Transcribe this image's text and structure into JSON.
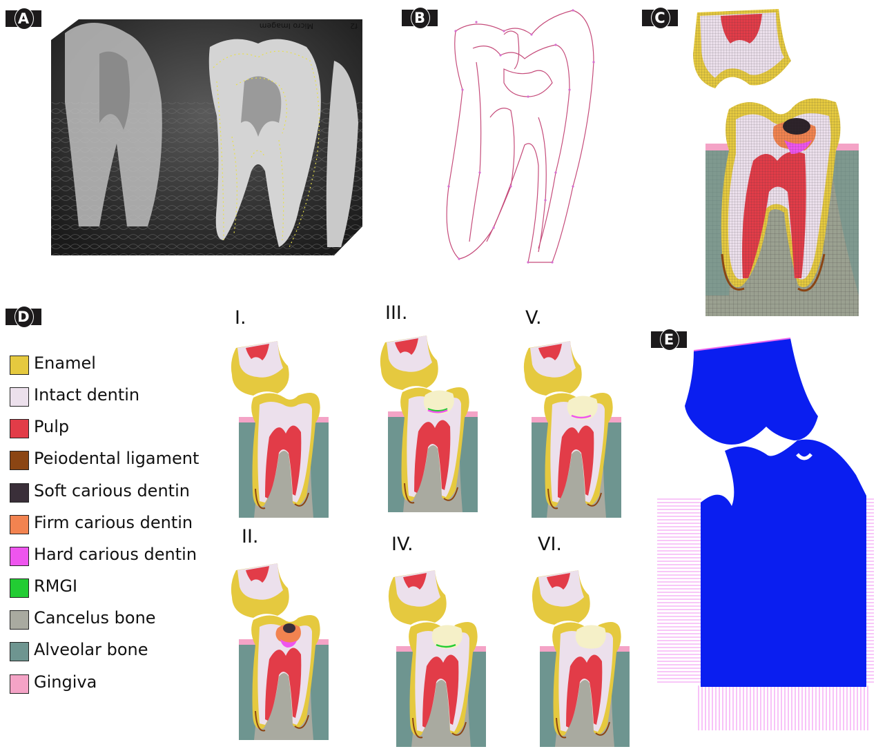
{
  "panels": {
    "a": {
      "tag": "A",
      "xray_text_1": "Micro Imagem",
      "xray_text_2": "f2"
    },
    "b": {
      "tag": "B"
    },
    "c": {
      "tag": "C"
    },
    "d": {
      "tag": "D"
    },
    "e": {
      "tag": "E"
    }
  },
  "legend": [
    {
      "label": "Enamel",
      "color": "#e5c93f"
    },
    {
      "label": "Intact dentin",
      "color": "#ece0ec"
    },
    {
      "label": "Pulp",
      "color": "#e23c48"
    },
    {
      "label": "Peiodental ligament",
      "color": "#8b4513"
    },
    {
      "label": "Soft carious dentin",
      "color": "#3a2f39"
    },
    {
      "label": "Firm carious dentin",
      "color": "#f28350"
    },
    {
      "label": "Hard carious dentin",
      "color": "#ee55ee"
    },
    {
      "label": "RMGI",
      "color": "#22cc33"
    },
    {
      "label": "Cancelus bone",
      "color": "#a9aaa0"
    },
    {
      "label": "Alveolar bone",
      "color": "#6e9590"
    },
    {
      "label": "Gingiva",
      "color": "#f4a3c6"
    }
  ],
  "stages": [
    {
      "label": "I."
    },
    {
      "label": "II."
    },
    {
      "label": "III."
    },
    {
      "label": "IV."
    },
    {
      "label": "V."
    },
    {
      "label": "VI."
    }
  ],
  "colors": {
    "enamel": "#e5c93f",
    "dentin": "#ece0ec",
    "pulp": "#e23c48",
    "ligament": "#8b4513",
    "soft_caries": "#3a2f39",
    "firm_caries": "#f28350",
    "hard_caries": "#ee55ee",
    "rmgi": "#22cc33",
    "cancellous": "#a9aaa0",
    "alveolar": "#6e9590",
    "gingiva": "#f4a3c6",
    "restoration": "#f5f0c8",
    "mesh_blue": "#0a1ef0",
    "mesh_bc": "#ee66ee"
  },
  "stage_fill": {
    "I.": "none",
    "II.": "caries",
    "III.": "rmgi_hard",
    "IV.": "rmgi",
    "V.": "hard",
    "VI.": "none_rest"
  }
}
